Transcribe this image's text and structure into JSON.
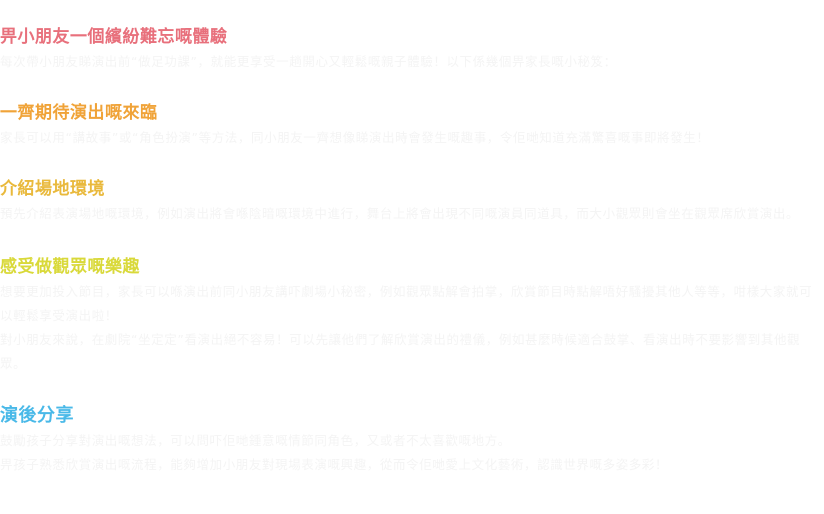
{
  "sections": [
    {
      "heading": "畀小朋友一個繽紛難忘嘅體驗",
      "color": "#e8707c",
      "paragraphs": [
        "每次帶小朋友睇演出前“做足功課”，就能更享受一趟開心又輕鬆嘅親子體驗！以下係幾個畀家長嘅小秘笈："
      ]
    },
    {
      "heading": "一齊期待演出嘅來臨",
      "color": "#f0a338",
      "paragraphs": [
        "家長可以用“講故事”或“角色扮演”等方法，同小朋友一齊想像睇演出時會發生嘅趣事，令佢哋知道充滿驚喜嘅事即將發生！"
      ]
    },
    {
      "heading": "介紹場地環境",
      "color": "#e9b93c",
      "paragraphs": [
        "預先介紹表演場地嘅環境，例如演出將會喺陰暗嘅環境中進行，舞台上將會出現不同嘅演員同道具，而大小觀眾則會坐在觀眾席欣賞演出。"
      ]
    },
    {
      "heading": "感受做觀眾嘅樂趣",
      "color": "#d9d93a",
      "paragraphs": [
        "想要更加投入節目，家長可以喺演出前同小朋友講吓劇場小秘密，例如觀眾點解會拍掌，欣賞節目時點解唔好騷擾其他人等等，咁樣大家就可以輕鬆享受演出啦！",
        "對小朋友來說，在劇院“坐定定”看演出絕不容易！可以先讓他們了解欣賞演出的禮儀，例如甚麼時候適合鼓掌、看演出時不要影響到其他觀眾。"
      ]
    },
    {
      "heading": "演後分享",
      "color": "#49b9e8",
      "paragraphs": [
        "鼓勵孩子分享對演出嘅想法，可以問吓佢哋鍾意嘅情節同角色，又或者不太喜歡嘅地方。",
        "畀孩子熟悉欣賞演出嘅流程，能夠增加小朋友對現場表演嘅興趣，從而令佢哋愛上文化藝術，認識世界嘅多姿多彩！"
      ]
    }
  ]
}
